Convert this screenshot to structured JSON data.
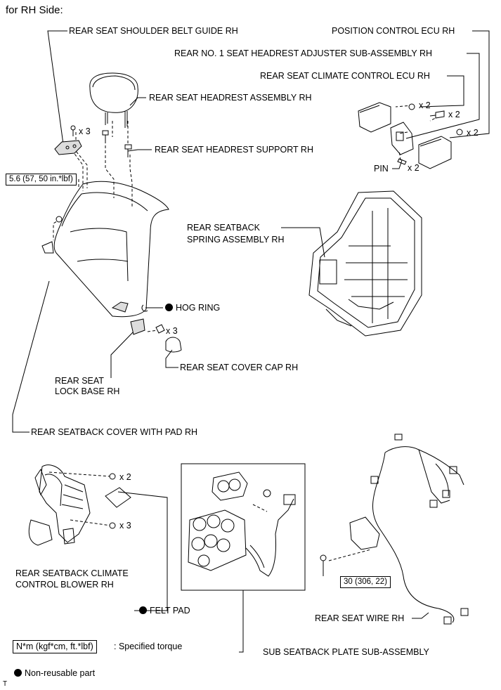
{
  "heading": "for RH Side:",
  "labels": {
    "shoulder_belt_guide": "REAR SEAT SHOULDER BELT GUIDE RH",
    "position_ecu": "POSITION CONTROL ECU RH",
    "headrest_adjuster": "REAR NO. 1 SEAT HEADREST ADJUSTER SUB-ASSEMBLY RH",
    "climate_ecu": "REAR SEAT CLIMATE CONTROL ECU RH",
    "headrest_assembly": "REAR SEAT HEADREST ASSEMBLY RH",
    "headrest_support": "REAR SEAT HEADREST SUPPORT RH",
    "pin": "PIN",
    "spring_assembly_1": "REAR SEATBACK",
    "spring_assembly_2": "SPRING ASSEMBLY RH",
    "hog_ring": "HOG RING",
    "seat_cover_cap": "REAR SEAT COVER CAP RH",
    "lock_base_1": "REAR SEAT",
    "lock_base_2": "LOCK BASE RH",
    "seatback_cover": "REAR SEATBACK COVER WITH PAD RH",
    "blower_1": "REAR SEATBACK CLIMATE",
    "blower_2": "CONTROL BLOWER RH",
    "felt_pad": "FELT PAD",
    "seat_wire": "REAR SEAT WIRE RH",
    "sub_plate": "SUB SEATBACK PLATE SUB-ASSEMBLY"
  },
  "multipliers": {
    "bolt_x3": "x 3",
    "ecu_x2_a": "x 2",
    "ecu_x2_b": "x 2",
    "ecu_x2_c": "x 2",
    "pin_x2": "x 2",
    "lock_x3": "x 3",
    "blower_x2": "x 2",
    "blower_x3": "x 3"
  },
  "torque": {
    "seatback": "5.6 (57, 50 in.*lbf)",
    "wire": "30 (306, 22)"
  },
  "legend": {
    "torque_unit": "N*m (kgf*cm, ft.*lbf)",
    "torque_desc": ": Specified torque",
    "nonreusable": "Non-reusable part"
  },
  "footer_mark": "T"
}
